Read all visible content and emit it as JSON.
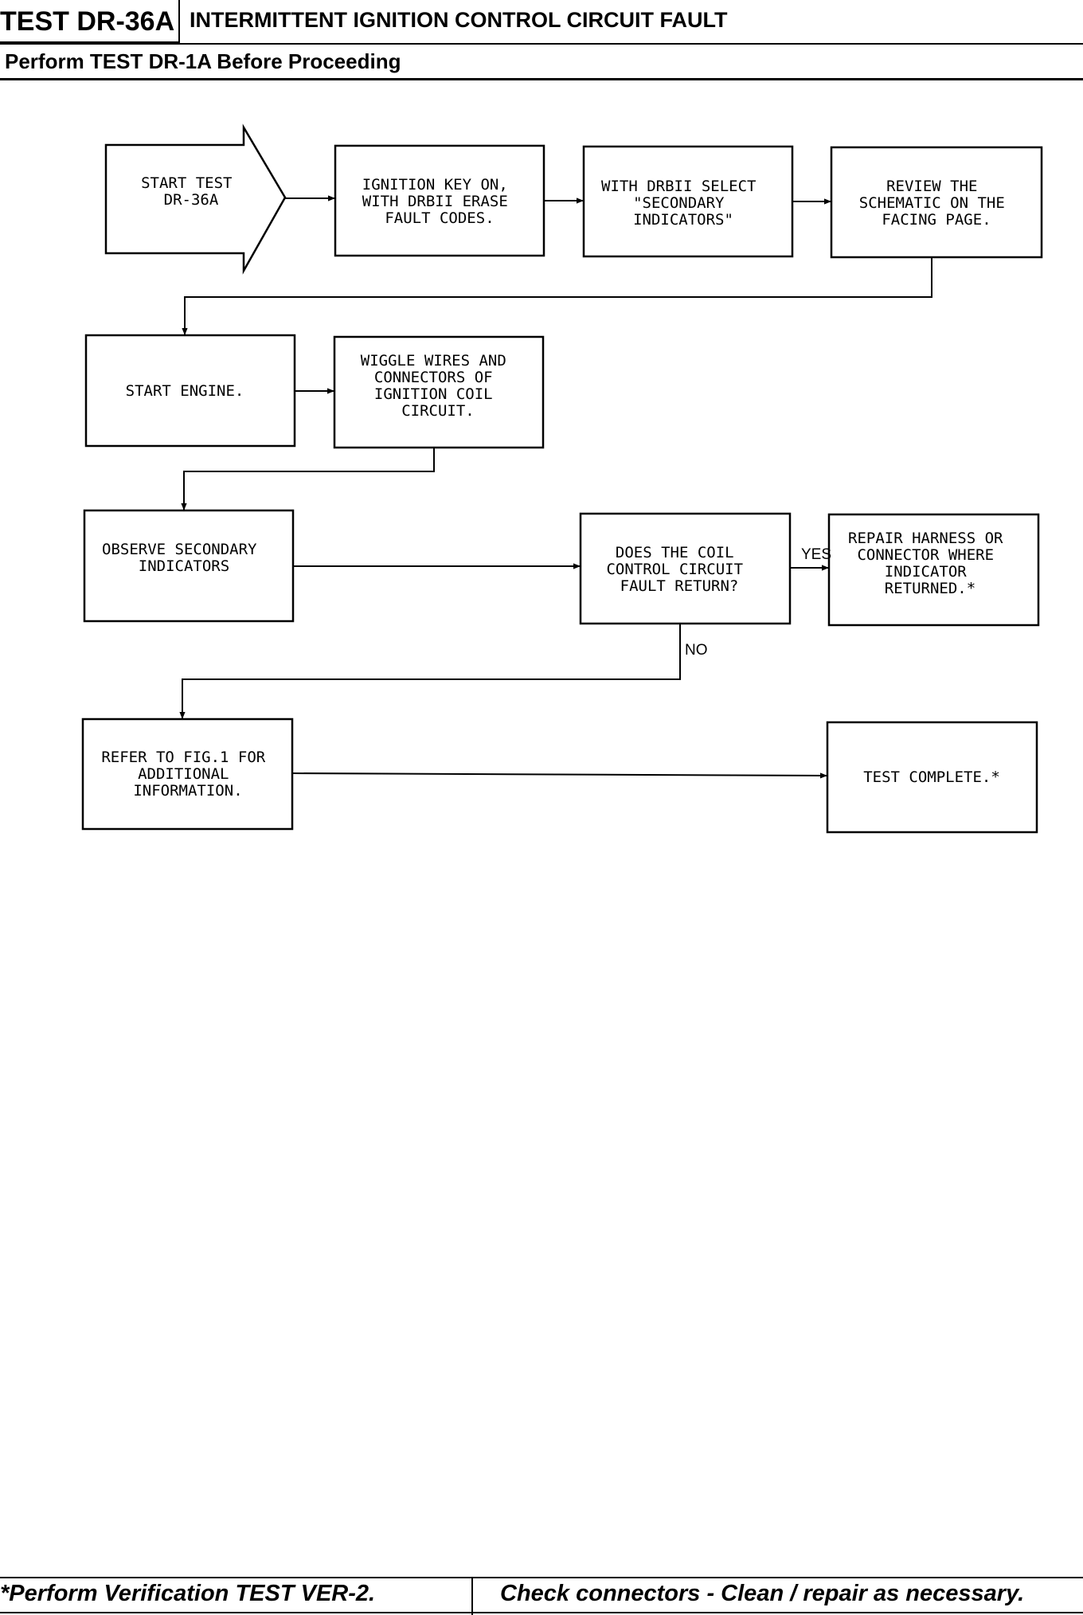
{
  "header": {
    "test_code": "TEST DR-36A",
    "title": "INTERMITTENT IGNITION CONTROL CIRCUIT FAULT",
    "subtitle": "Perform TEST DR-1A Before Proceeding"
  },
  "flowchart": {
    "nodes": {
      "start": [
        "START TEST",
        "DR-36A"
      ],
      "key_on": [
        "IGNITION KEY ON,",
        "WITH DRBII ERASE",
        "FAULT CODES."
      ],
      "select": [
        "WITH DRBII SELECT",
        "\"SECONDARY",
        "INDICATORS\""
      ],
      "review": [
        "REVIEW THE",
        "SCHEMATIC ON THE",
        "FACING PAGE."
      ],
      "start_engine": [
        "START ENGINE."
      ],
      "wiggle": [
        "WIGGLE WIRES AND",
        "CONNECTORS OF",
        "IGNITION COIL",
        "CIRCUIT."
      ],
      "observe": [
        "OBSERVE SECONDARY",
        "INDICATORS"
      ],
      "decision": [
        "DOES THE COIL",
        "CONTROL CIRCUIT",
        "FAULT RETURN?"
      ],
      "repair": [
        "REPAIR HARNESS OR",
        "CONNECTOR WHERE",
        "INDICATOR",
        "RETURNED.*"
      ],
      "refer": [
        "REFER TO FIG.1 FOR",
        "ADDITIONAL",
        "INFORMATION."
      ],
      "complete": [
        "TEST COMPLETE.*"
      ]
    },
    "edge_labels": {
      "yes": "YES",
      "no": "NO"
    }
  },
  "footer": {
    "left": "*Perform Verification TEST VER-2.",
    "right": "Check connectors - Clean / repair as necessary."
  }
}
